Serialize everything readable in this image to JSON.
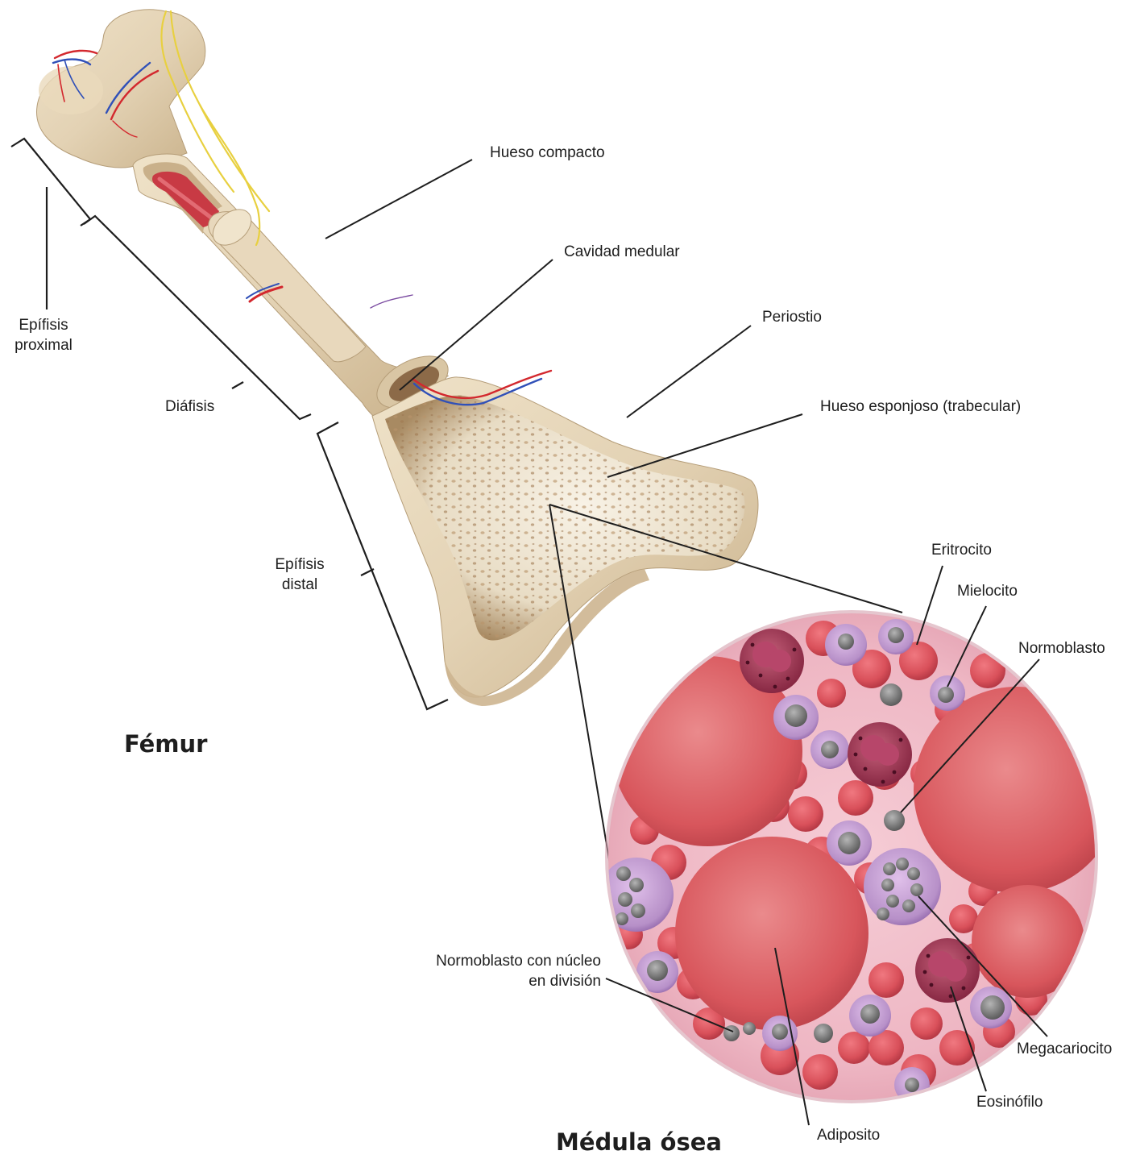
{
  "titles": {
    "femur": "Fémur",
    "marrow": "Médula ósea"
  },
  "labels": {
    "hueso_compacto": "Hueso compacto",
    "cavidad_medular": "Cavidad medular",
    "periostio": "Periostio",
    "hueso_esponjoso": "Hueso esponjoso (trabecular)",
    "epifisis_proximal": [
      "Epífisis",
      "proximal"
    ],
    "diafisis": "Diáfisis",
    "epifisis_distal": [
      "Epífisis",
      "distal"
    ],
    "eritrocito": "Eritrocito",
    "mielocito": "Mielocito",
    "normoblasto": "Normoblasto",
    "normoblasto_division": [
      "Normoblasto con núcleo",
      "en división"
    ],
    "megacariocito": "Megacariocito",
    "eosinofilo": "Eosinófilo",
    "adiposito": "Adiposito"
  },
  "colors": {
    "bone": "#e3d2b4",
    "bone_shadow": "#b8a07a",
    "marrow_bg": "#f2c0cc",
    "erythrocyte": "#d9505a",
    "adipocyte": "#d8565c",
    "leukocyte": "#b790c8",
    "nucleus": "#6f6f6f",
    "eosinophil": "#9c2f4e",
    "artery": "#d3282e",
    "vein": "#3050b8",
    "nerve": "#e8d040",
    "leader_line": "#1e1e1e"
  }
}
